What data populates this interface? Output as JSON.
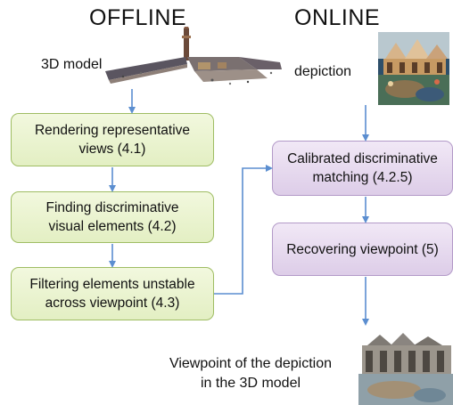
{
  "headings": {
    "offline": "OFFLINE",
    "online": "ONLINE"
  },
  "labels": {
    "model": "3D model",
    "depiction": "depiction",
    "result_line1": "Viewpoint of the depiction",
    "result_line2": "in the 3D model"
  },
  "offline_steps": [
    {
      "line1": "Rendering representative",
      "line2": "views (4.1)"
    },
    {
      "line1": "Finding discriminative",
      "line2": "visual elements (4.2)"
    },
    {
      "line1": "Filtering elements unstable",
      "line2": "across viewpoint (4.3)"
    }
  ],
  "online_steps": [
    {
      "line1": "Calibrated discriminative",
      "line2": "matching (4.2.5)"
    },
    {
      "line1": "Recovering viewpoint (5)",
      "line2": ""
    }
  ],
  "colors": {
    "arrow": "#5b8ed0",
    "green_border": "#9fbd63",
    "purple_border": "#b39ac8"
  },
  "icons": {
    "model": "point-cloud-3d-model-image",
    "depiction": "painting-image",
    "result": "rendered-viewpoint-image"
  }
}
